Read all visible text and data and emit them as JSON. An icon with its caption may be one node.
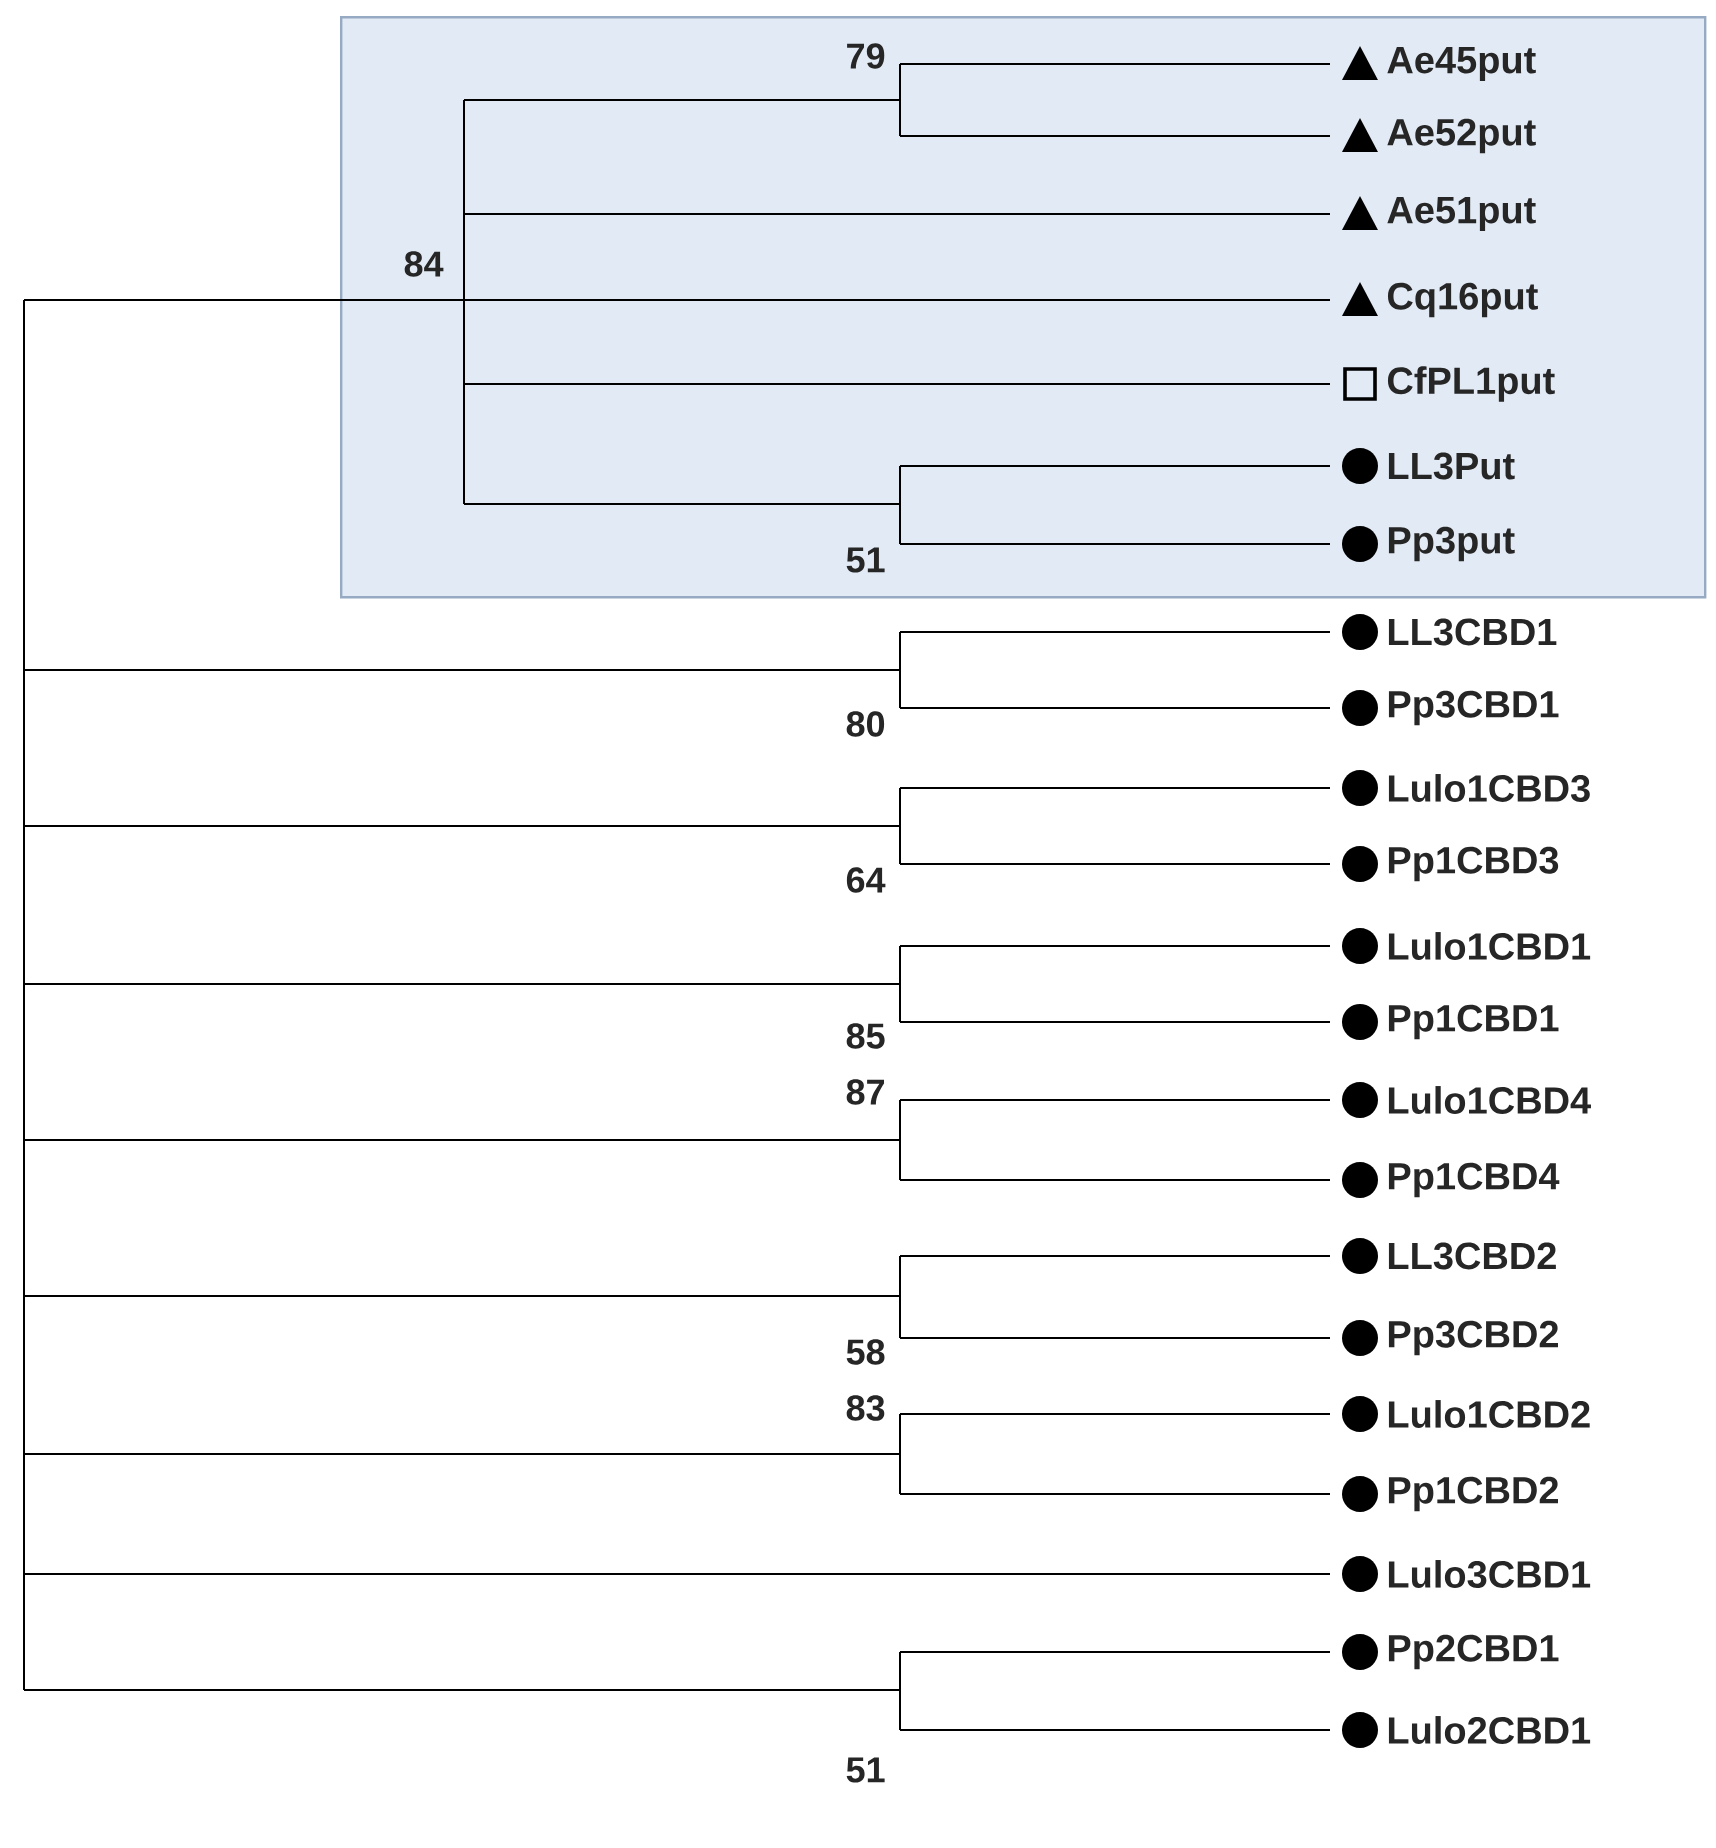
{
  "diagram": {
    "nodes": [
      {
        "text": [],
        "shape": "box"
      },
      {
        "text": [
          "Ae45put"
        ],
        "in": 0
      },
      {
        "text": [
          "Ae52put"
        ],
        "in": 0
      },
      {
        "text": [
          "Ae51put"
        ],
        "in": 0
      },
      {
        "text": [
          "Cq16put"
        ],
        "in": 0
      },
      {
        "text": [
          "CfPL1put"
        ],
        "in": 0
      },
      {
        "text": [
          "LL3Put"
        ],
        "in": 0
      },
      {
        "text": [
          "Pp3put"
        ],
        "in": 0
      },
      {
        "text": [
          "LL3CBD1"
        ]
      },
      {
        "text": [
          "Pp3CBD1"
        ]
      },
      {
        "text": [
          "Lulo1CBD3"
        ]
      },
      {
        "text": [
          "Pp1CBD3"
        ]
      },
      {
        "text": [
          "Lulo1CBD1"
        ]
      },
      {
        "text": [
          "Pp1CBD1"
        ]
      },
      {
        "text": [
          "Lulo1CBD4"
        ]
      },
      {
        "text": [
          "Pp1CBD4"
        ]
      },
      {
        "text": [
          "LL3CBD2"
        ]
      },
      {
        "text": [
          "Pp3CBD2"
        ]
      },
      {
        "text": [
          "Lulo1CBD2"
        ]
      },
      {
        "text": [
          "Pp1CBD2"
        ]
      },
      {
        "text": [
          "Lulo3CBD1"
        ]
      },
      {
        "text": [
          "Pp2CBD1"
        ]
      },
      {
        "text": [
          "Lulo2CBD1"
        ]
      }
    ],
    "labels": [
      "79",
      "84",
      "51",
      "80",
      "64",
      "85",
      "87",
      "58",
      "83",
      "51"
    ]
  }
}
